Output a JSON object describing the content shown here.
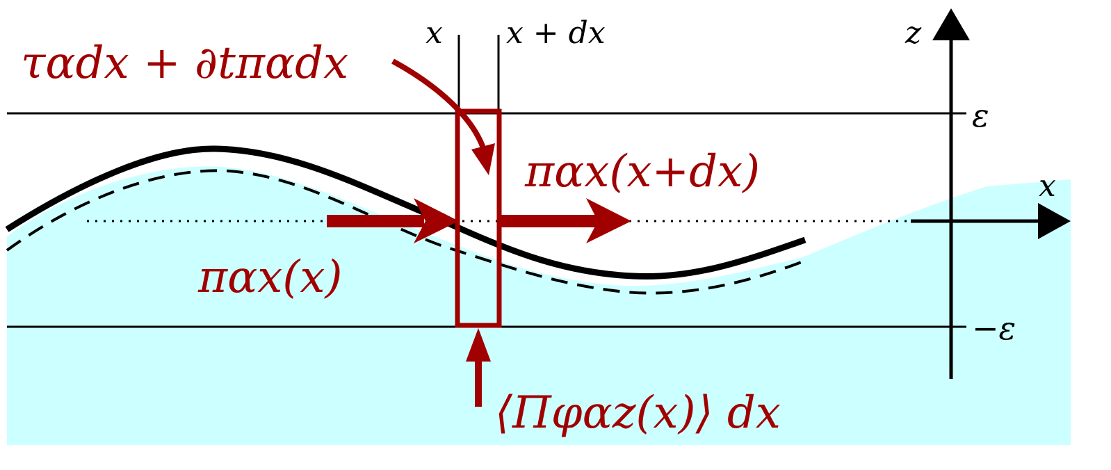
{
  "colors": {
    "fluid": "#ccffff",
    "accent": "#a00000",
    "ink": "#000000",
    "background": "#ffffff"
  },
  "labels": {
    "x_left": "x",
    "x_right": "x + dx",
    "z_axis": "z",
    "x_axis": "x",
    "eps_top": "ε",
    "eps_bottom": "−ε",
    "top_flux": "ταdx + ∂tπαdx",
    "flux_right": "παx(x+dx)",
    "flux_left": "παx(x)",
    "bottom_flux": "⟨Πφαz(x)⟩ dx"
  }
}
